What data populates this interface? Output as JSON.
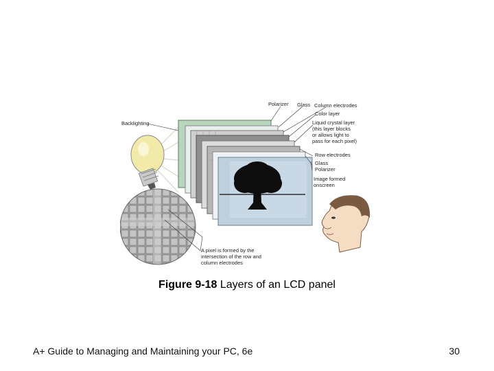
{
  "figure": {
    "labels": {
      "backlighting": "Backlighting",
      "polarizer_top": "Polarizer",
      "glass_top": "Glass",
      "column_electrodes": "Column electrodes",
      "color_layer": "Color layer",
      "lc_1": "Liquid crystal layer",
      "lc_2": "(this layer blocks",
      "lc_3": "or allows light to",
      "lc_4": "pass for each pixel)",
      "row_electrodes": "Row electrodes",
      "glass_bottom": "Glass",
      "polarizer_bottom": "Polarizer",
      "image_1": "Image formed",
      "image_2": "onscreen",
      "pixel_1": "A pixel is formed by the",
      "pixel_2": "intersection of the row and",
      "pixel_3": "column electrodes"
    }
  },
  "caption": {
    "bold": "Figure 9-18",
    "text": " Layers of an LCD panel"
  },
  "footer": {
    "left": "A+ Guide to Managing and Maintaining your PC, 6e",
    "page": "30"
  }
}
